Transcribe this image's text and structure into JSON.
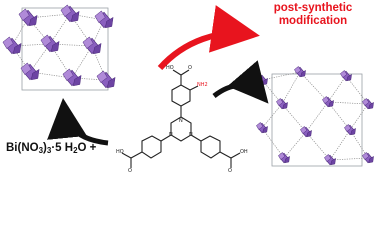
{
  "reagent": {
    "formula_main": "Bi(NO",
    "sub_a": "3",
    "close": ")",
    "sub_b": "3",
    "dot": "·5 H",
    "sub_c": "2",
    "water_tail": "O +"
  },
  "modification_label": "post-synthetic modification",
  "ligand": {
    "acid_top": "HO",
    "acid_top_o": "O",
    "acid_left": "HO",
    "acid_left_o": "O",
    "acid_right": "OH",
    "acid_right_o": "O",
    "amine": "NH2",
    "ring_n": "N"
  },
  "colors": {
    "red_arrow": "#e8141e",
    "black_arrow": "#111111",
    "bismuth_polyhedra": "#8a5fbf",
    "framework_lines": "#888888",
    "cell_box": "#9aa0a6"
  }
}
